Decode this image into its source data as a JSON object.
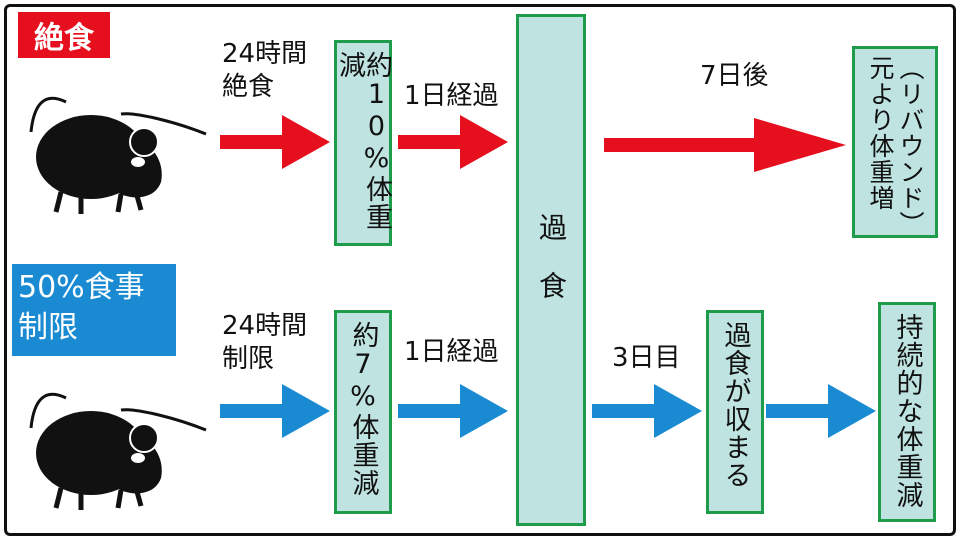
{
  "rows": {
    "fasting": {
      "label": "絶食",
      "duration": "24時間\n絶食",
      "box1": "約10%体重減",
      "step1": "1日経過",
      "step2": "7日後",
      "result": "（リバウンド）元より体重増"
    },
    "restriction": {
      "label": "50%食事\n制限",
      "duration": "24時間\n制限",
      "box1": "約7%体重減",
      "step1": "1日経過",
      "step2": "3日目",
      "box2": "過食が収まる",
      "result": "持続的な体重減"
    }
  },
  "center_box": "過　食",
  "colors": {
    "red": "#e60f1e",
    "blue": "#1a8bd2",
    "box_fill": "#bfe3e0",
    "box_border": "#1e9b4b"
  },
  "icons": [
    "rat-icon",
    "rat-icon"
  ]
}
